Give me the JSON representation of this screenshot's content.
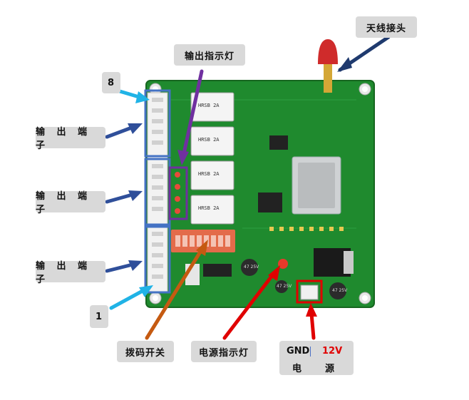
{
  "labels": {
    "antenna": "天线接头",
    "output_led": "输出指示灯",
    "channel_8": "8",
    "output_terminal_1": "输 出 端 子",
    "output_terminal_2": "输 出 端 子",
    "output_terminal_3": "输 出 端 子",
    "channel_1": "1",
    "dip_switch": "拨码开关",
    "power_led": "电源指示灯"
  },
  "power_label": {
    "gnd": "GND",
    "v12": "12V",
    "dian": "电",
    "yuan": "源"
  },
  "component_text": {
    "relay_1": "HRSB 2A",
    "relay_2": "HRSB 2A",
    "relay_3": "HRSB 2A",
    "relay_4": "HRSB 2A",
    "cap_1": "47 25V",
    "cap_2": "47 25V",
    "cap_3": "47 25V"
  },
  "colors": {
    "pcb": "#1f8a2e",
    "arrow_blue_dark": "#2f4f9a",
    "arrow_cyan": "#20b3e6",
    "arrow_purple": "#7030a0",
    "arrow_orange": "#c55a11",
    "arrow_red": "#e00000",
    "box_blue": "#4472c4",
    "box_purple": "#7030a0",
    "box_red": "#e00000"
  }
}
